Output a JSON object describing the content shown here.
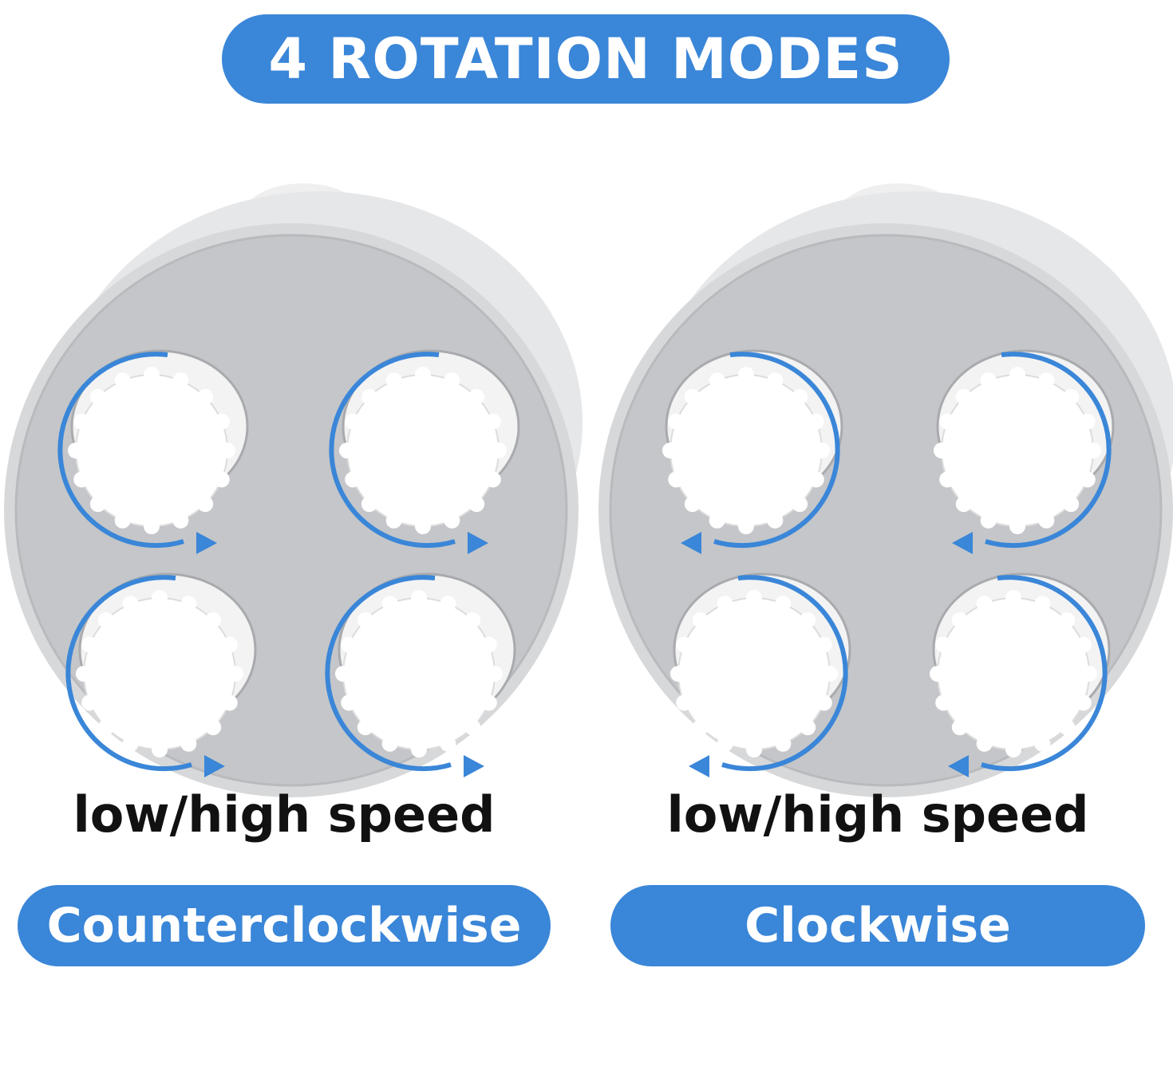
{
  "title": "4 ROTATION MODES",
  "modes": [
    {
      "label": "Counterclockwise",
      "speed": "low/high speed"
    },
    {
      "label": "Clockwise",
      "speed": "low/high speed"
    }
  ],
  "colors": {
    "accent": "#3a86d8",
    "body": "#d7d8da",
    "plate": "#c4c6c9"
  }
}
